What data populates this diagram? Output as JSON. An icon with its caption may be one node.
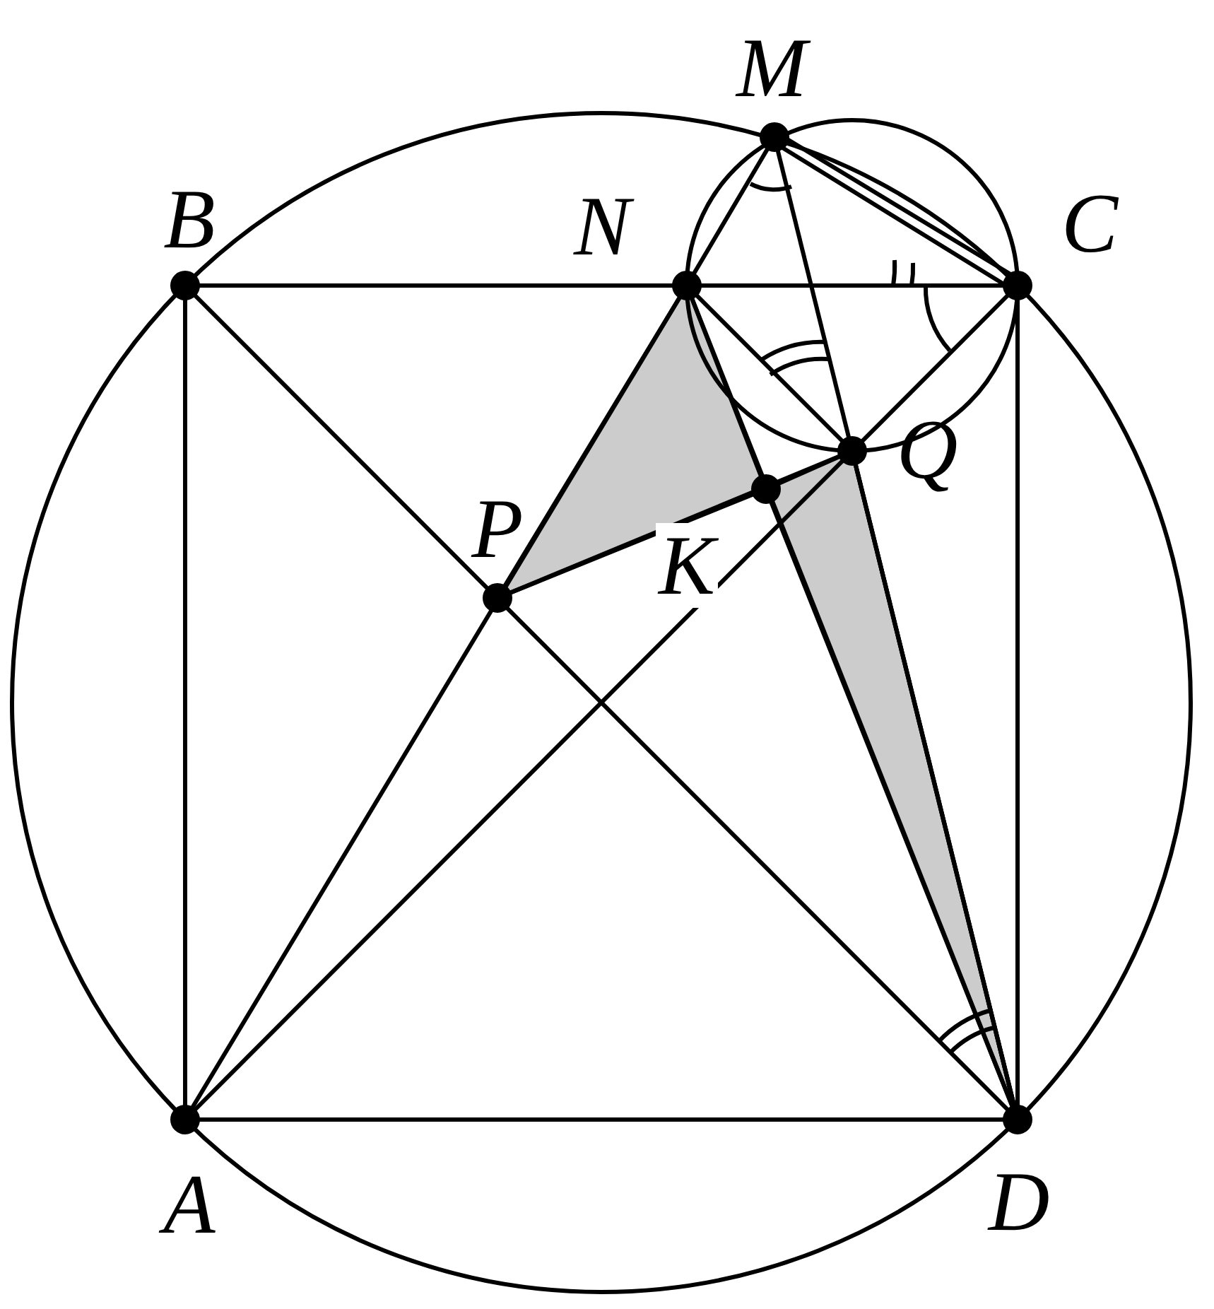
{
  "diagram": {
    "labels": [
      "M",
      "B",
      "N",
      "C",
      "P",
      "K",
      "Q",
      "A",
      "D"
    ]
  }
}
